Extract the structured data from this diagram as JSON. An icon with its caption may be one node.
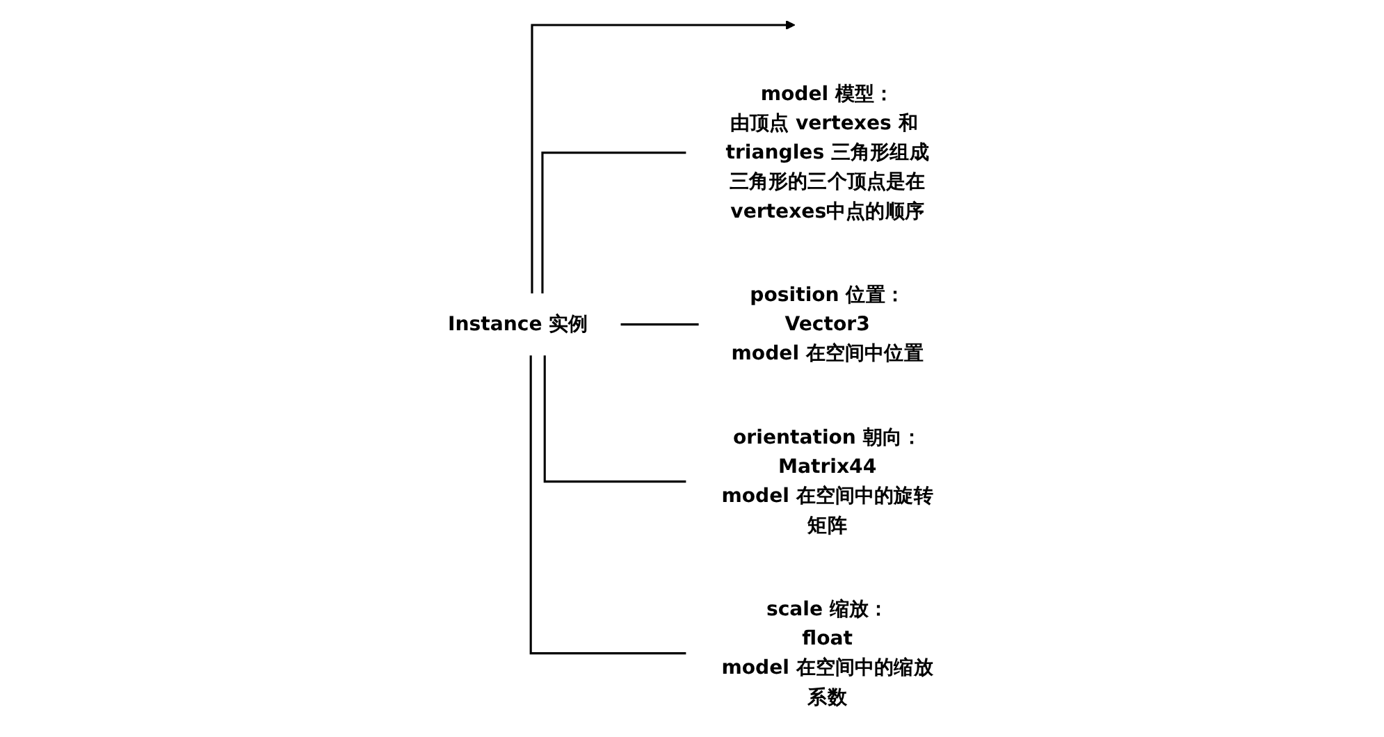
{
  "diagram": {
    "nodes": [
      {
        "text": [
          "Instance 实例"
        ]
      },
      {
        "text": [
          "model 模型："
        ],
        "beside": [
          "由顶点 vertexes 和 triangles 三角形组成",
          "三角形的三个顶点是在vertexes中点的顺序"
        ]
      },
      {
        "text": [
          "position 位置："
        ],
        "beside": [
          "Vector3",
          "model 在空间中位置"
        ]
      },
      {
        "text": [
          "orientation 朝向："
        ],
        "beside": [
          "Matrix44",
          "model 在空间中的旋转矩阵"
        ]
      },
      {
        "text": [
          "scale 缩放："
        ],
        "beside": [
          "float",
          "model 在空间中的缩放系数"
        ]
      }
    ],
    "edges": [
      {
        "from": 0,
        "to": null,
        "arrow": "to"
      },
      {
        "from": 0,
        "to": 1,
        "arrow": "none"
      },
      {
        "from": 0,
        "to": 2,
        "arrow": "none"
      },
      {
        "from": 0,
        "to": 3,
        "arrow": "none"
      },
      {
        "from": 0,
        "to": 4,
        "arrow": "none"
      }
    ]
  }
}
